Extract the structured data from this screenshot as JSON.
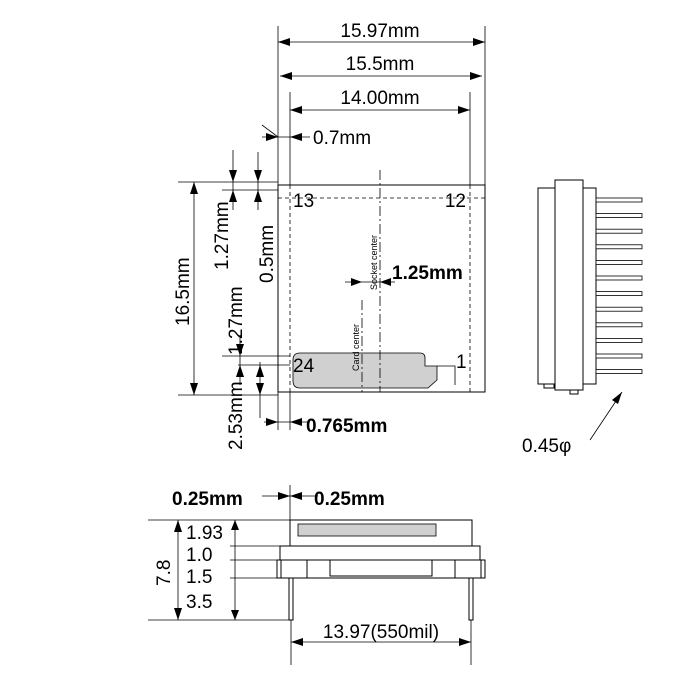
{
  "top_view": {
    "dim_width_outer": "15.97mm",
    "dim_width_body": "15.5mm",
    "dim_pin_span": "14.00mm",
    "dim_edge_offset": "0.7mm",
    "dim_height": "16.5mm",
    "dim_pitch_upper": "1.27mm",
    "dim_margin": "0.5mm",
    "dim_pitch_lower": "1.27mm",
    "dim_bottom": "2.53mm",
    "dim_left_offset": "0.765mm",
    "dim_center_offset": "1.25mm",
    "pin_13": "13",
    "pin_12": "12",
    "pin_24": "24",
    "pin_1": "1",
    "socket_center": "Socket center",
    "card_center": "Card center"
  },
  "side_view": {
    "pin_diameter": "0.45φ"
  },
  "front_view": {
    "dim_left_gap": "0.25mm",
    "dim_right_gap": "0.25mm",
    "dim_total_height": "7.8",
    "dim_h1": "1.93",
    "dim_h2": "1.0",
    "dim_h3": "1.5",
    "dim_h4": "3.5",
    "dim_pin_pitch": "13.97(550mil)"
  }
}
